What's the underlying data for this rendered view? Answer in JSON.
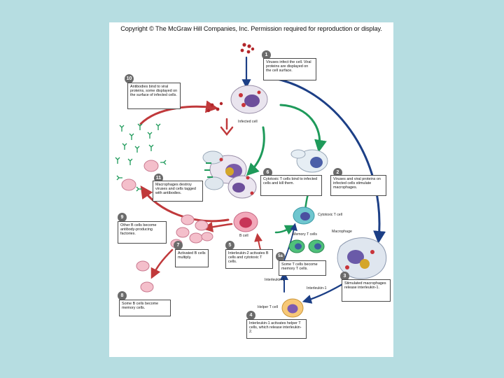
{
  "copyright": "Copyright © The McGraw Hill Companies, Inc. Permission required for reproduction or display.",
  "steps": [
    {
      "num": "1",
      "text": "Viruses infect the cell. Viral proteins are displayed on the cell surface."
    },
    {
      "num": "2",
      "text": "Viruses and viral proteins on infected cells stimulate macrophages."
    },
    {
      "num": "3",
      "text": "Stimulated macrophages release interleukin-1."
    },
    {
      "num": "4",
      "text": "Interleukin-1 activates helper T cells, which release interleukin-2."
    },
    {
      "num": "5",
      "text": "Interleukin-2 activates B cells and cytotoxic T cells."
    },
    {
      "num": "5a",
      "text": "Some T cells become memory T cells."
    },
    {
      "num": "6",
      "text": "Cytotoxic T cells bind to infected cells and kill them."
    },
    {
      "num": "7",
      "text": "Activated B cells multiply."
    },
    {
      "num": "8",
      "text": "Some B cells become memory cells."
    },
    {
      "num": "9",
      "text": "Other B cells become antibody-producing factories."
    },
    {
      "num": "10",
      "text": "Antibodies bind to viral proteins, some displayed on the surface of infected cells."
    },
    {
      "num": "11",
      "text": "Macrophages destroy viruses and cells tagged with antibodies."
    }
  ],
  "labels": {
    "infected_cell": "Infected cell",
    "cytotoxic_t_cell": "Cytotoxic T cell",
    "memory_t_cells": "Memory T cells",
    "macrophage": "Macrophage",
    "b_cell": "B cell",
    "helper_t_cell": "Helper T cell",
    "interleukin_1": "Interleukin-1",
    "interleukin_2": "Interleukin-2"
  },
  "colors": {
    "background": "#b6dde1",
    "arrow_red": "#c0393b",
    "arrow_green": "#1e9a5a",
    "arrow_blue": "#1c3f86",
    "badge": "#6b6b6b"
  }
}
